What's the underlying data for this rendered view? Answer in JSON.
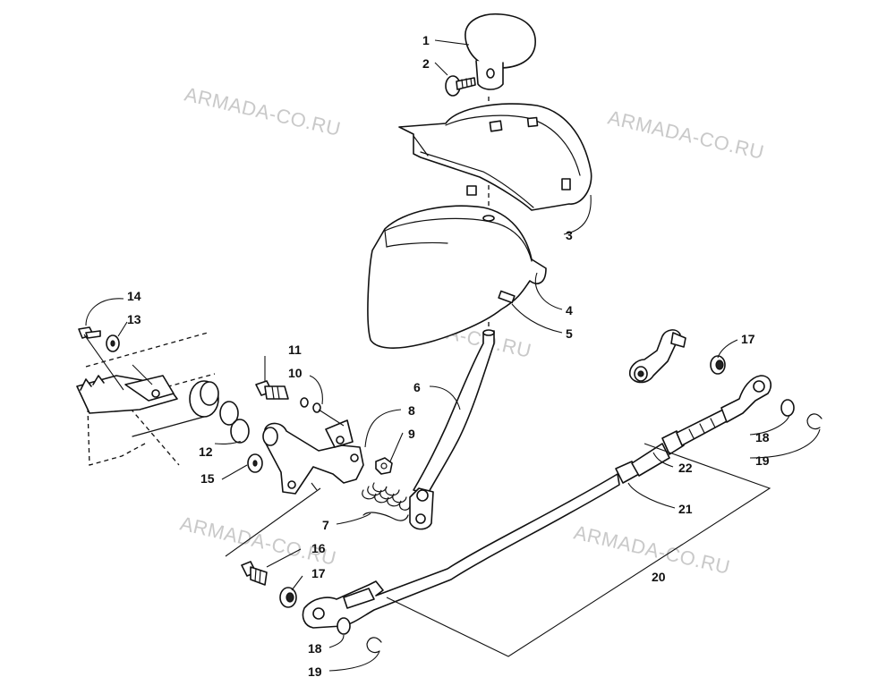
{
  "watermark": "ARMADA-CO.RU",
  "callouts": [
    "1",
    "2",
    "3",
    "4",
    "5",
    "6",
    "7",
    "8",
    "9",
    "10",
    "11",
    "12",
    "13",
    "14",
    "15",
    "16",
    "17",
    "17",
    "18",
    "18",
    "19",
    "19",
    "20",
    "21",
    "22"
  ]
}
